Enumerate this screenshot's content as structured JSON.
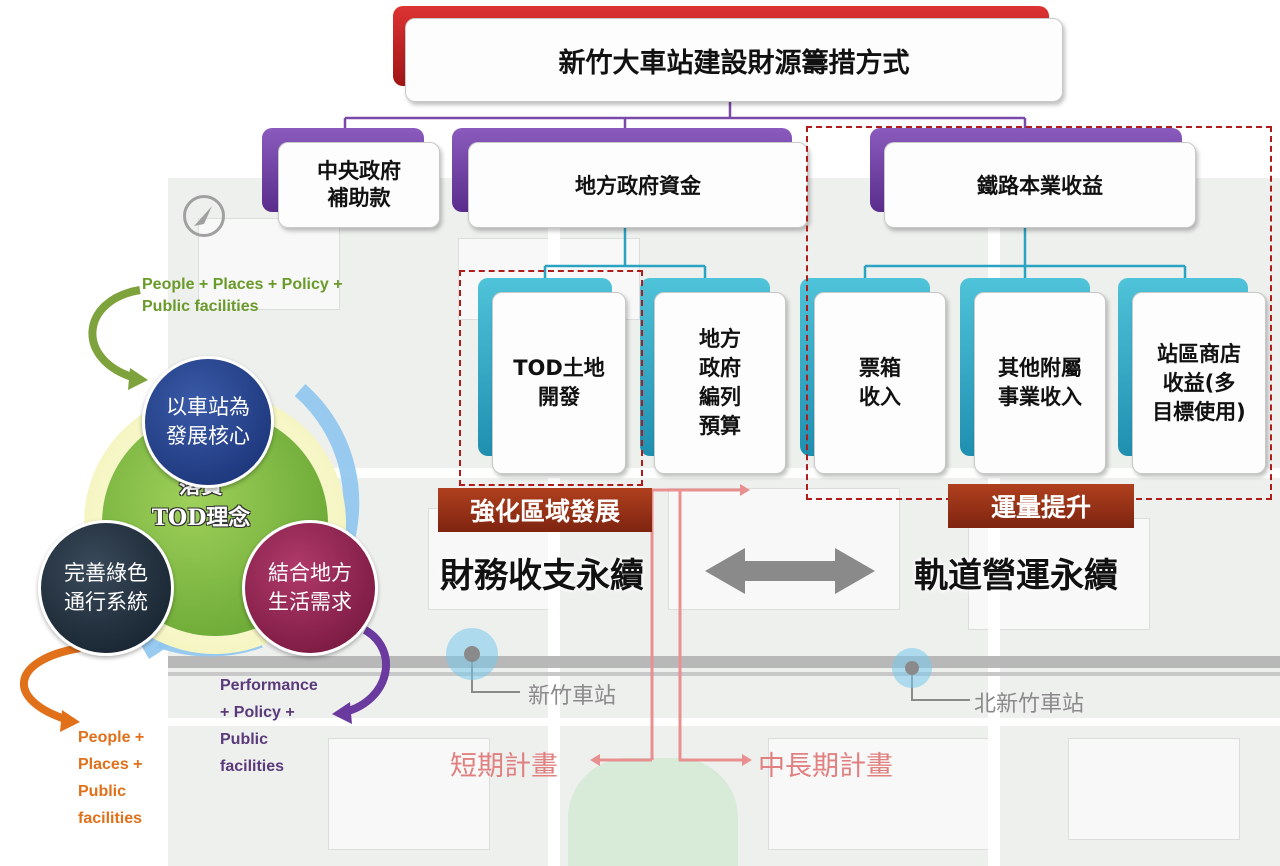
{
  "title": "新竹大車站建設財源籌措方式",
  "level1": {
    "central": "中央政府\n補助款",
    "local": "地方政府資金",
    "rail": "鐵路本業收益"
  },
  "level2": {
    "tod": "TOD土地\n開發",
    "budget": "地方\n政府\n編列\n預算",
    "ticket": "票箱\n收入",
    "other": "其他附屬\n事業收入",
    "shop": "站區商店\n收益(多\n目標使用)"
  },
  "banners": {
    "regional": "強化區域發展",
    "volume": "運量提升"
  },
  "sustain": {
    "finance": "財務收支永續",
    "rail": "軌道營運永續"
  },
  "tod_cycle": {
    "center": "落實\nTOD理念",
    "top": "以車站為\n發展核心",
    "left": "完善綠色\n通行系統",
    "right": "結合地方\n生活需求",
    "note_top": "People + Places + Policy +\nPublic facilities",
    "note_left": "People +\nPlaces +\nPublic\nfacilities",
    "note_right": "Performance\n+ Policy +\nPublic\nfacilities"
  },
  "stations": {
    "hsinchu": "新竹車站",
    "north": "北新竹車站"
  },
  "plans": {
    "short": "短期計畫",
    "long": "中長期計畫"
  },
  "colors": {
    "purple": "#6a3a9e",
    "teal": "#2aa3c3",
    "red": "#c0201e",
    "dash": "#b01c1c",
    "green_note": "#6a9a2a",
    "orange_note": "#e0701a",
    "purple_note": "#5a3a7a"
  }
}
